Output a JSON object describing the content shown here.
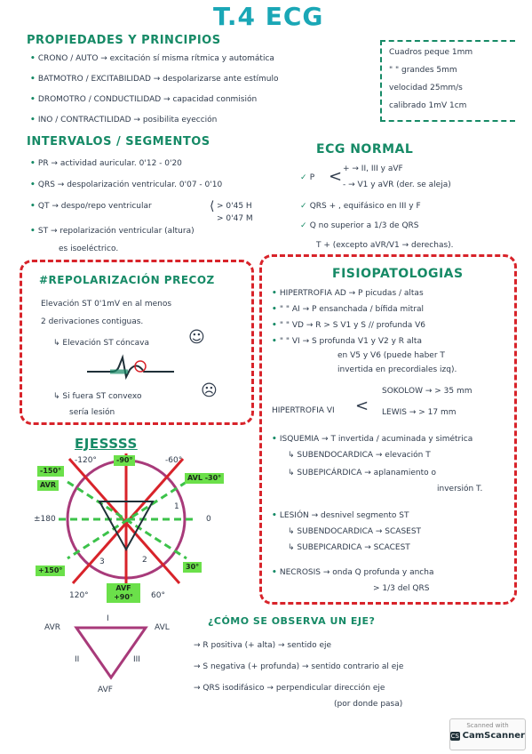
{
  "title": "T.4 ECG",
  "propiedades": {
    "heading": "PROPIEDADES Y PRINCIPIOS",
    "items": [
      "CRONO / AUTO → excitación sí misma rítmica y automática",
      "BATMOTRO / EXCITABILIDAD → despolarizarse ante estímulo",
      "DROMOTRO / CONDUCTILIDAD → capacidad conmisión",
      "INO / CONTRACTILIDAD → posibilita eyección"
    ]
  },
  "cuadros": {
    "lines": [
      "Cuadros peque 1mm",
      "\" \" grandes 5mm",
      "velocidad 25mm/s",
      "calibrado 1mV 1cm"
    ]
  },
  "intervalos": {
    "heading": "INTERVALOS / SEGMENTOS",
    "items": [
      "PR → actividad auricular. 0'12 - 0'20",
      "QRS → despolarización ventricular. 0'07 - 0'10",
      "QT → despo/repo ventricular",
      "ST → repolarización ventricular (altura)",
      "es isoeléctrico."
    ],
    "qt_values": [
      "> 0'45 H",
      "> 0'47 M"
    ]
  },
  "ecg_normal": {
    "heading": "ECG NORMAL",
    "p_label": "P",
    "p_plus": "+ → II, III y aVF",
    "p_minus": "- → V1 y aVR (der. se aleja)",
    "items": [
      "QRS + , equifásico en III y F",
      "Q no superior a 1/3 de QRS"
    ],
    "t_note": "T + (excepto aVR/V1 → derechas)."
  },
  "repolarizacion": {
    "heading": "#REPOLARIZACIÓN PRECOZ",
    "lines": [
      "Elevación ST 0'1mV en al menos",
      "2 derivaciones contiguas."
    ],
    "arrow1": "↳ Elevación ST cóncava",
    "arrow2": "↳ Si fuera ST convexo",
    "arrow2b": "sería lesión",
    "smile": "☺",
    "sad": "☹"
  },
  "fisiopatologias": {
    "heading": "FISIOPATOLOGIAS",
    "items": [
      "HIPERTROFIA AD → P picudas / altas",
      "\" \" AI → P ensanchada / bífida mitral",
      "\" \" VD → R > S V1 y S // profunda V6",
      "\" \" VI → S profunda V1 y V2 y R alta",
      "en V5 y V6 (puede haber T",
      "invertida en precordiales izq)."
    ],
    "hvi_label": "HIPERTROFIA VI",
    "sokolow": "SOKOLOW → > 35 mm",
    "lewis": "LEWIS → > 17 mm",
    "isquemia": "ISQUEMIA → T invertida / acuminada y simétrica",
    "sub_endo": "↳ SUBENDOCARDICA → elevación T",
    "sub_epi": "↳ SUBEPICÁRDICA → aplanamiento o",
    "sub_epi2": "inversión T.",
    "lesion": "LESIÓN → desnivel segmento ST",
    "lesion_sub": "↳ SUBENDOCARDICA → SCASEST",
    "lesion_epi": "↳ SUBEPICARDICA → SCACEST",
    "necrosis": "NECROSIS → onda Q profunda y ancha",
    "necrosis2": "> 1/3 del QRS"
  },
  "ejes": {
    "heading": "EJESSSS",
    "tags": {
      "m150": "-150°",
      "m90": "-90°",
      "avr": "AVR",
      "avl": "AVL -30°",
      "p150": "+150°",
      "avf": "AVF +90°",
      "p30": "30°"
    },
    "labels": {
      "m120": "-120°",
      "m60": "-60°",
      "pm180": "±180",
      "zero": "0",
      "p120": "120°",
      "p60": "60°"
    },
    "numbers": [
      "1",
      "2",
      "3"
    ]
  },
  "triangle": {
    "avr": "AVR",
    "avl": "AVL",
    "avf": "AVF",
    "i": "I",
    "ii": "II",
    "iii": "III"
  },
  "como_eje": {
    "heading": "¿CÓMO SE OBSERVA UN EJE?",
    "items": [
      "→ R positiva (+ alta) → sentido eje",
      "→ S negativa (+ profunda) → sentido contrario al eje",
      "→ QRS isodifásico → perpendicular dirección eje",
      "(por donde pasa)"
    ]
  },
  "scanner": {
    "line1": "Scanned with",
    "line2": "CamScanner"
  },
  "colors": {
    "green_heading": "#168a66",
    "title_cyan": "#1aa7b6",
    "red_dash": "#d8232a",
    "highlight": "#6be04a",
    "axis_purple": "#a83a7a"
  }
}
